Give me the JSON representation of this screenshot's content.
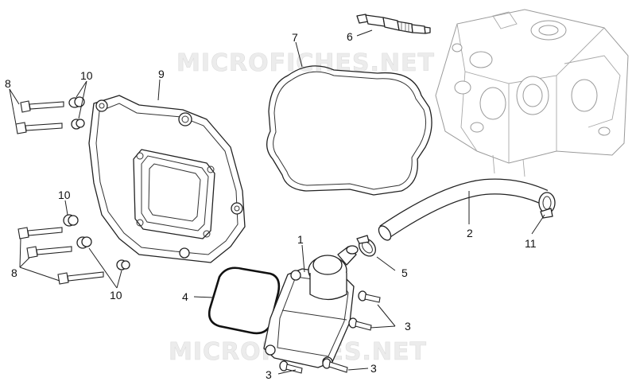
{
  "watermark": {
    "top": "MICROFICHES.NET",
    "bottom": "MICROFICHES.NET"
  },
  "callouts": {
    "c1": "1",
    "c2": "2",
    "c3a": "3",
    "c3b": "3",
    "c3c": "3",
    "c4": "4",
    "c5": "5",
    "c6": "6",
    "c7": "7",
    "c8a": "8",
    "c8b": "8",
    "c9": "9",
    "c10a": "10",
    "c10b": "10",
    "c10c": "10",
    "c11": "11"
  },
  "colors": {
    "line": "#222222",
    "ghost_line": "#9a9a9a",
    "watermark": "#dcdcdc"
  }
}
